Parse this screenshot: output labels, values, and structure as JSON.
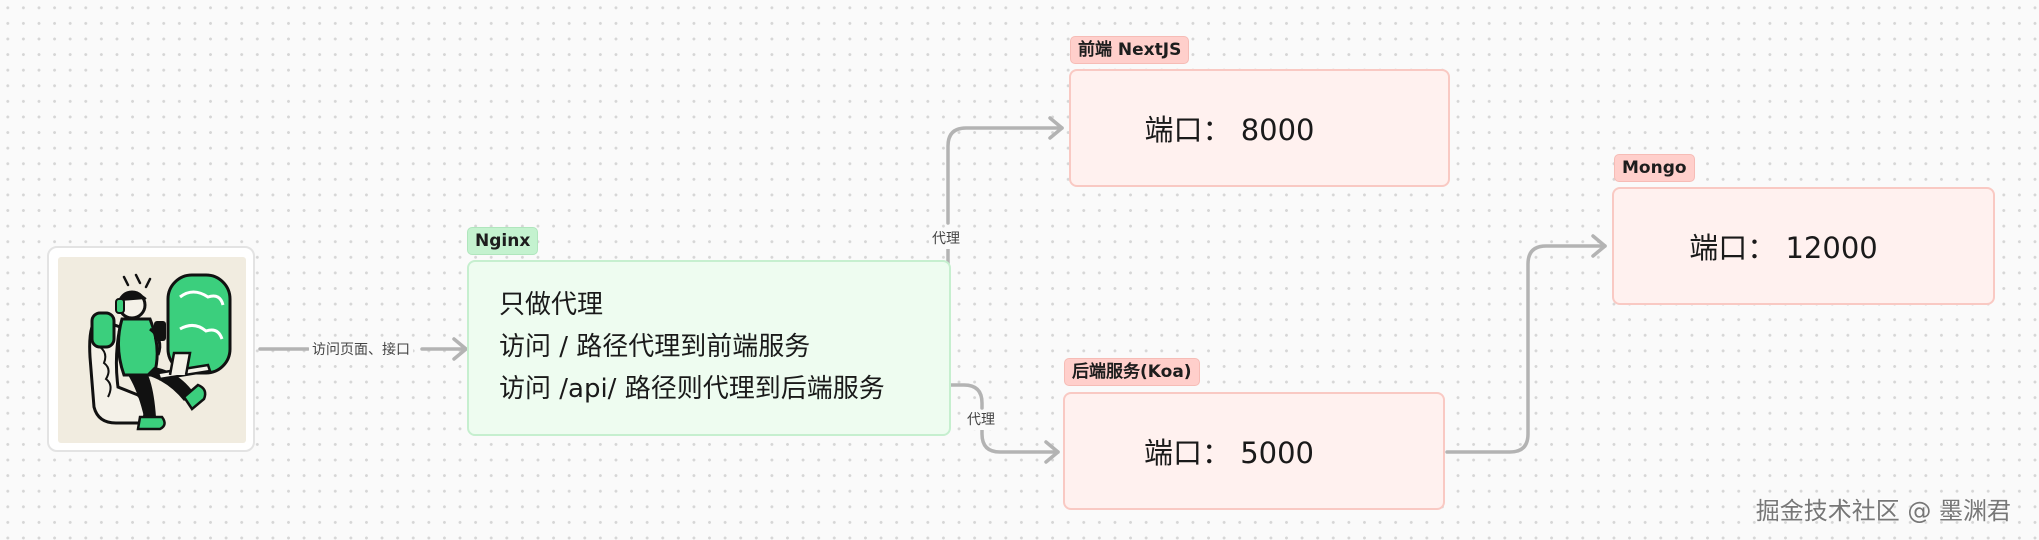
{
  "tags": {
    "nextjs": "前端 NextJS",
    "mongo": "Mongo",
    "nginx": "Nginx",
    "koa": "后端服务(Koa)"
  },
  "nodes": {
    "nextjs_port": "端口： 8000",
    "mongo_port": "端口： 12000",
    "koa_port": "端口： 5000",
    "nginx_lines": [
      "只做代理",
      "访问 / 路径代理到前端服务",
      "访问 /api/ 路径则代理到后端服务"
    ]
  },
  "edge_labels": {
    "user_to_nginx": "访问页面、接口",
    "nginx_to_nextjs": "代理",
    "nginx_to_koa": "代理"
  },
  "watermark": "掘金技术社区 @ 墨渊君",
  "colors": {
    "green_tag": "#c4f2cf",
    "red_tag": "#ffcfcb",
    "edge": "#b3b3b3"
  }
}
